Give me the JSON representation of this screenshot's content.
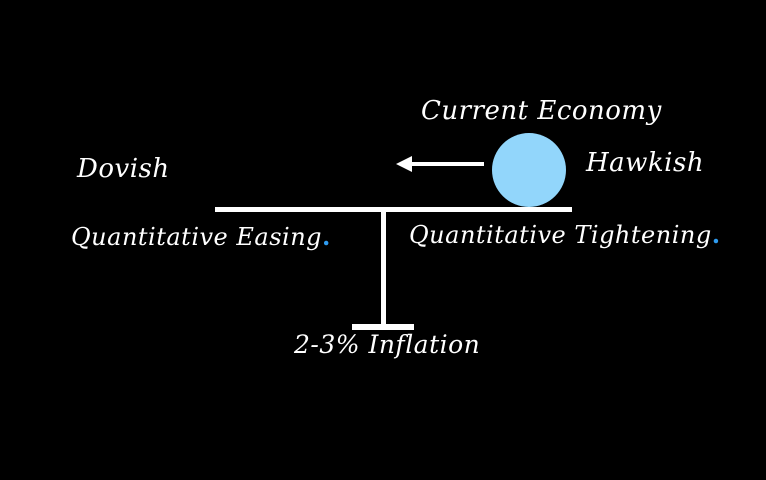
{
  "diagram": {
    "title": "Current Economy",
    "left_side": {
      "stance": "Dovish",
      "policy": "Quantitative Easing",
      "period": "."
    },
    "right_side": {
      "stance": "Hawkish",
      "policy": "Quantitative Tightening",
      "period": "."
    },
    "fulcrum_target": "2-3% Inflation",
    "icons": {
      "ball": "economy-ball-icon",
      "arrow": "left-arrow-icon"
    }
  },
  "colors": {
    "background": "#000000",
    "text": "#ffffff",
    "line": "#ffffff",
    "ball": "#92d6fb",
    "accent_period": "#2e9bf0"
  }
}
